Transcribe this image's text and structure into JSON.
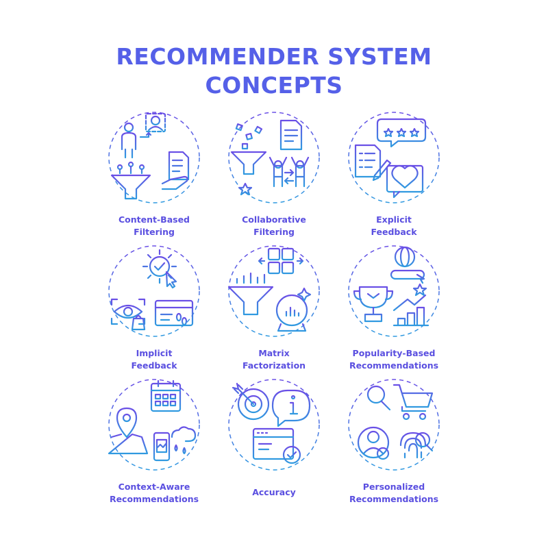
{
  "title": {
    "line1": "RECOMMENDER SYSTEM",
    "line2": "CONCEPTS"
  },
  "colors": {
    "title": "#5560e8",
    "label": "#5a4fe0",
    "gradient_top": "#6a4fe6",
    "gradient_bottom": "#2f9ae0"
  },
  "concepts": [
    {
      "line1": "Content-Based",
      "line2": "Filtering",
      "icon": "content-based-filtering-icon"
    },
    {
      "line1": "Collaborative",
      "line2": "Filtering",
      "icon": "collaborative-filtering-icon"
    },
    {
      "line1": "Explicit",
      "line2": "Feedback",
      "icon": "explicit-feedback-icon"
    },
    {
      "line1": "Implicit",
      "line2": "Feedback",
      "icon": "implicit-feedback-icon"
    },
    {
      "line1": "Matrix",
      "line2": "Factorization",
      "icon": "matrix-factorization-icon"
    },
    {
      "line1": "Popularity-Based",
      "line2": "Recommendations",
      "icon": "popularity-based-recommendations-icon"
    },
    {
      "line1": "Context-Aware",
      "line2": "Recommendations",
      "icon": "context-aware-recommendations-icon"
    },
    {
      "line1": "Accuracy",
      "line2": "",
      "icon": "accuracy-icon"
    },
    {
      "line1": "Personalized",
      "line2": "Recommendations",
      "icon": "personalized-recommendations-icon"
    }
  ]
}
